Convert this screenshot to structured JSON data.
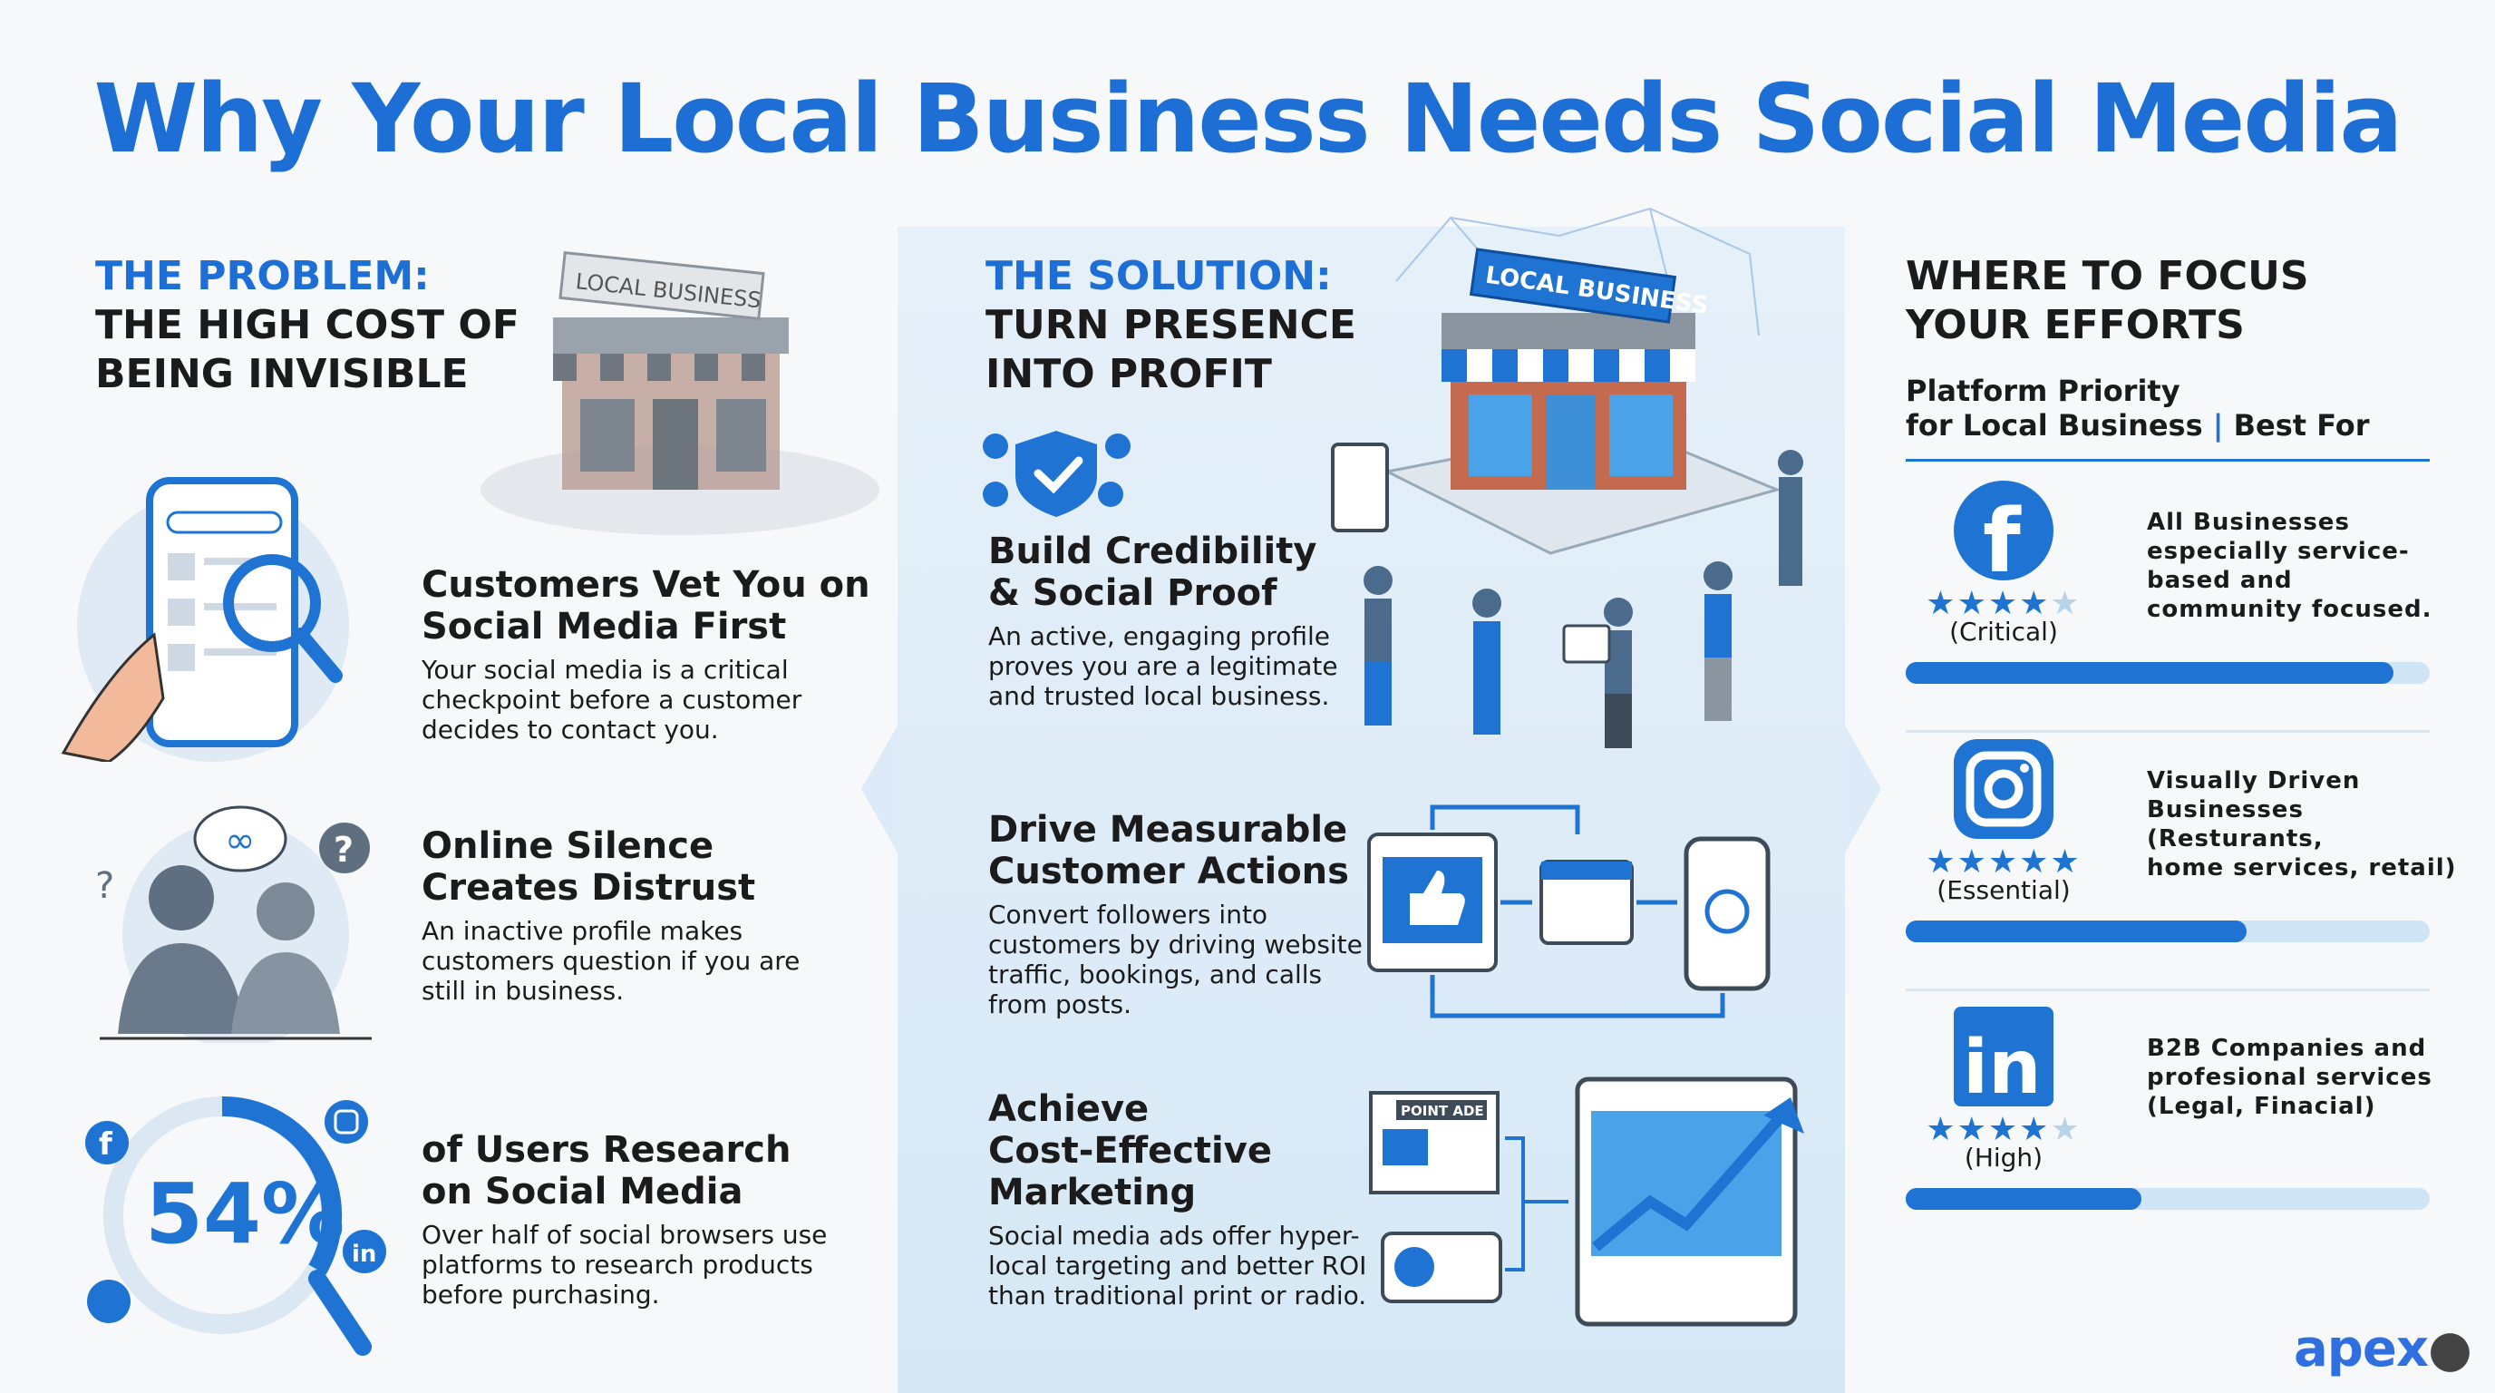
{
  "title": "Why Your Local Business Needs Social Media",
  "problem": {
    "kicker": "THE PROBLEM:",
    "title_line1": "THE HIGH COST OF",
    "title_line2": "BEING INVISIBLE",
    "store_sign": "LOCAL BUSINESS",
    "items": [
      {
        "heading1": "Customers Vet You on",
        "heading2": "Social Media First",
        "body": [
          "Your social media is a critical",
          "checkpoint before a customer",
          "decides to contact you."
        ]
      },
      {
        "heading1": "Online Silence",
        "heading2": "Creates Distrust",
        "body": [
          "An inactive profile makes",
          "customers question if you are",
          "still in business."
        ]
      },
      {
        "stat": "54%",
        "heading1": "of Users Research",
        "heading2": "on Social Media",
        "body": [
          "Over half of social browsers use",
          "platforms to research products",
          "before purchasing."
        ]
      }
    ]
  },
  "solution": {
    "kicker": "THE SOLUTION:",
    "title_line1": "TURN PRESENCE",
    "title_line2": "INTO PROFIT",
    "store_sign": "LOCAL BUSINESS",
    "ad_label": "POINT ADE",
    "items": [
      {
        "heading1": "Build Credibility",
        "heading2": "& Social Proof",
        "body": [
          "An active, engaging profile",
          "proves you are a legitimate",
          "and trusted local business."
        ]
      },
      {
        "heading1": "Drive Measurable",
        "heading2": "Customer Actions",
        "body": [
          "Convert followers into",
          "customers by driving website",
          "traffic, bookings, and calls",
          "from posts."
        ]
      },
      {
        "heading1": "Achieve",
        "heading2": "Cost-Effective",
        "heading3": "Marketing",
        "body": [
          "Social media ads offer hyper-",
          "local targeting and better ROI",
          "than traditional print or radio."
        ]
      }
    ]
  },
  "focus": {
    "title_line1": "WHERE TO FOCUS",
    "title_line2": "YOUR EFFORTS",
    "col1_line1": "Platform Priority",
    "col1_line2": "for Local Business",
    "separator": "|",
    "col2": "Best For",
    "platforms": [
      {
        "icon": "facebook-icon",
        "rating": 4,
        "label": "(Critical)",
        "priority_percent": 93,
        "best_for": [
          "All Businesses",
          "especially service-",
          "based and",
          "community focused."
        ]
      },
      {
        "icon": "instagram-icon",
        "rating": 4.5,
        "label": "(Essential)",
        "priority_percent": 65,
        "best_for": [
          "Visually Driven",
          "Businesses",
          "(Resturants,",
          "home services, retail)"
        ]
      },
      {
        "icon": "linkedin-icon",
        "rating": 4,
        "label": "(High)",
        "priority_percent": 45,
        "best_for": [
          "B2B Companies and",
          "profesional services",
          "(Legal, Finacial)"
        ]
      }
    ]
  },
  "logo": "apex",
  "colors": {
    "accent": "#1d6fd6",
    "panel": "#dcebf7",
    "bar_track": "#cfe4f4",
    "text": "#1b1b1b"
  }
}
